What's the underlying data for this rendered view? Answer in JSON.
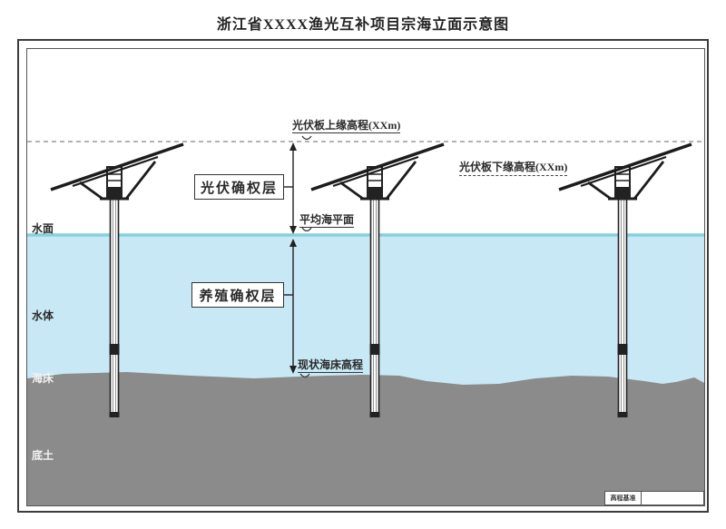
{
  "title": "浙江省XXXX渔光互补项目宗海立面示意图",
  "annotations": {
    "panel_top_elevation": "光伏板上缘高程(XXm)",
    "panel_bottom_elevation": "光伏板下缘高程(XXm)",
    "mean_sea_level": "平均海平面",
    "seabed_elevation": "现状海床高程"
  },
  "layers": {
    "pv_rights_layer": "光伏确权层",
    "aquaculture_rights_layer": "养殖确权层"
  },
  "side_labels": {
    "water_surface": "水面",
    "water_body": "水体",
    "seabed": "海床",
    "subsoil": "底土"
  },
  "title_block": {
    "datum_label": "高程基准",
    "datum_value": ""
  },
  "colors": {
    "water": "#c9e8f6",
    "waterline": "#86d0de",
    "ground": "#8b8b8b",
    "structure": "#1c1c1c",
    "dashline": "#9a9a9a",
    "dim": "#222222"
  }
}
